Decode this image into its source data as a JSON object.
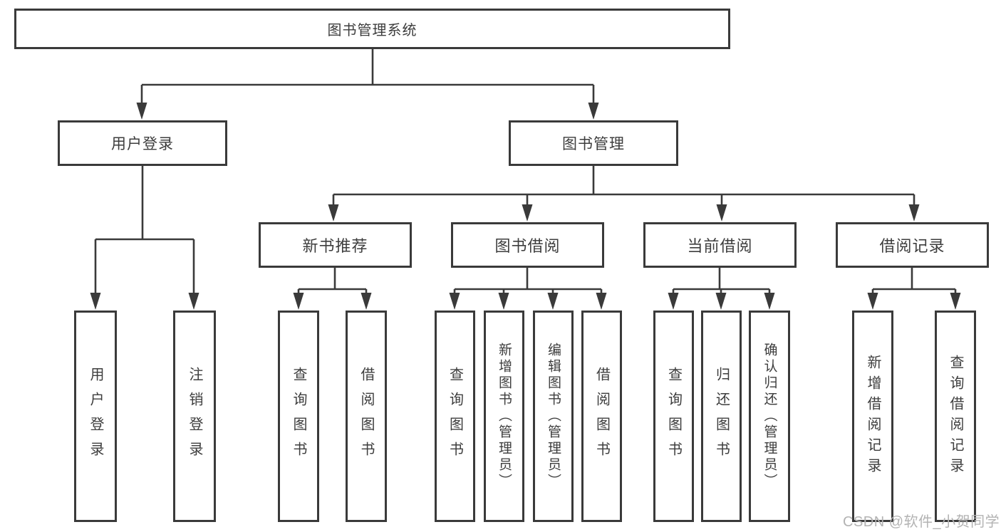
{
  "tree": {
    "root": "图书管理系统",
    "login_branch": {
      "label": "用户登录",
      "children": [
        "用户登录",
        "注销登录"
      ]
    },
    "mgmt_branch": {
      "label": "图书管理",
      "groups": [
        {
          "label": "新书推荐",
          "children": [
            "查询图书",
            "借阅图书"
          ]
        },
        {
          "label": "图书借阅",
          "children": [
            "查询图书",
            "新增图书（管理员）",
            "编辑图书（管理员）",
            "借阅图书"
          ]
        },
        {
          "label": "当前借阅",
          "children": [
            "查询图书",
            "归还图书",
            "确认归还（管理员）"
          ]
        },
        {
          "label": "借阅记录",
          "children": [
            "新增借阅记录",
            "查询借阅记录"
          ]
        }
      ]
    }
  },
  "watermark": {
    "text": "CSDN @软件_小贺同学"
  },
  "colors": {
    "line": "#3a3a3a",
    "box_border": "#3a3a3a",
    "text": "#3d3d3d",
    "watermark": "#b3b3b3",
    "background": "#ffffff"
  }
}
